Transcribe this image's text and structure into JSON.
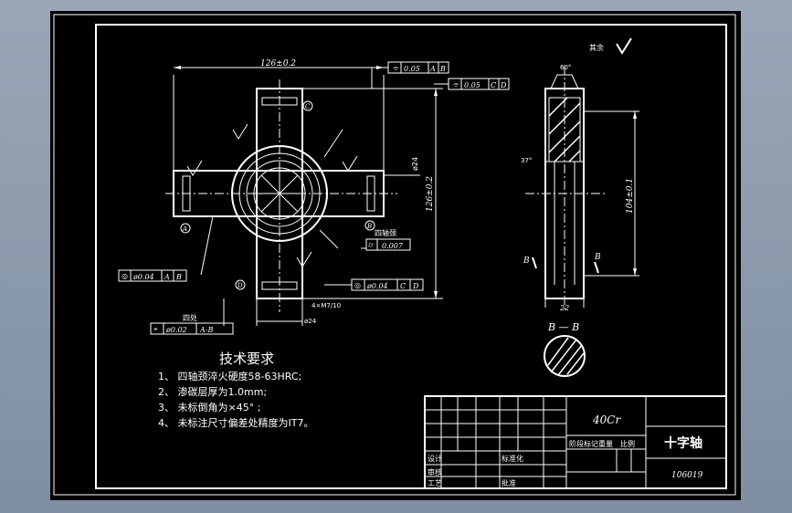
{
  "drawing": {
    "dim_top": "126±0.2",
    "dim_right": "126±0.2",
    "dim_side": "104±0.1",
    "dim_width": "22",
    "angle_top": "60°",
    "angle_side": "37°",
    "dia_label": "ø24",
    "tol_top": [
      "0.05",
      "A",
      "B"
    ],
    "tol_top2": [
      "0.05",
      "C",
      "D"
    ],
    "tol_left": [
      "ø0.04",
      "A",
      "B"
    ],
    "tol_right": [
      "ø0.04",
      "C",
      "D"
    ],
    "tol_mid_label": "四轴颈",
    "tol_mid": "0.007",
    "tol_bottom_label": "四处",
    "tol_bottom": [
      "ø0.02",
      "A-B"
    ],
    "thread": "4×M7/10",
    "dia_bottom": "ø24",
    "section_label": "B — B",
    "roughness_label": "其余",
    "datums": [
      "A",
      "B",
      "C",
      "D"
    ]
  },
  "requirements": {
    "title": "技术要求",
    "items": [
      "1、 四轴颈淬火硬度58-63HRC;",
      "2、 渗碳层厚为1.0mm;",
      "3、 未标倒角为×45°  ;",
      "4、 未标注尺寸偏差处精度为IT7。"
    ]
  },
  "title_block": {
    "material": "40Cr",
    "drawing_no": "106019",
    "part_name": "十字轴",
    "labels": [
      "设计",
      "审核",
      "工艺",
      "标准化",
      "批准",
      "阶段标记",
      "重量",
      "比例"
    ]
  }
}
